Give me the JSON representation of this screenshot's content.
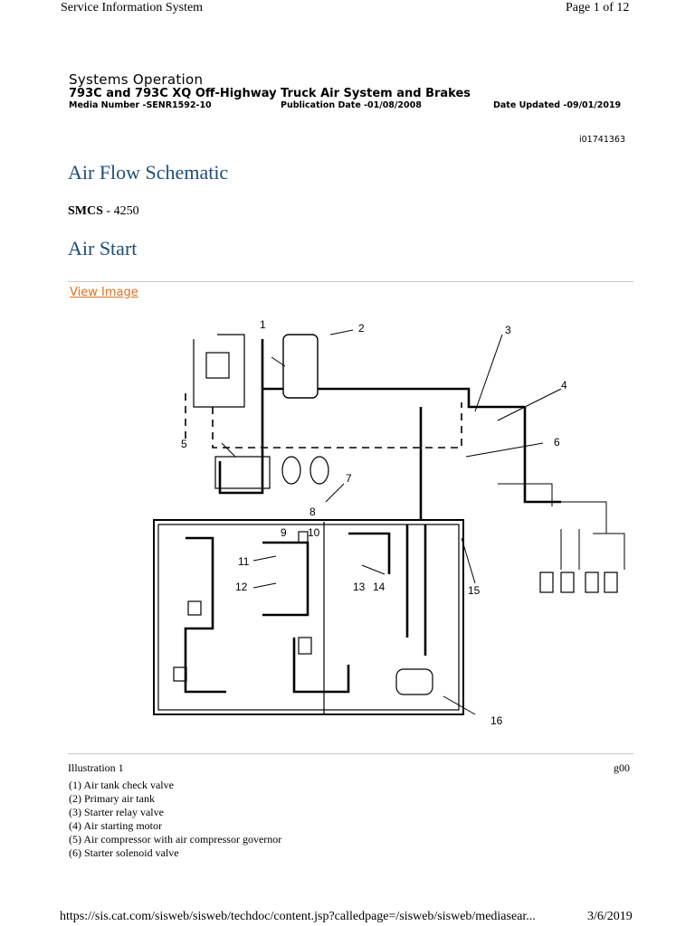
{
  "header": {
    "system": "Service Information System",
    "page": "Page 1 of 12"
  },
  "doc": {
    "category": "Systems Operation",
    "title": "793C and 793C XQ Off-Highway Truck Air System and Brakes",
    "media_number": "Media Number -SENR1592-10",
    "publication_date": "Publication Date -01/08/2008",
    "date_updated": "Date Updated -09/01/2019",
    "doc_id": "i01741363"
  },
  "section": {
    "heading": "Air Flow Schematic",
    "smcs_label": "SMCS",
    "smcs_value": " - 4250",
    "subheading": "Air Start",
    "view_image": "View Image"
  },
  "schematic": {
    "callouts": [
      "1",
      "2",
      "3",
      "4",
      "5",
      "6",
      "7",
      "8",
      "9",
      "10",
      "11",
      "12",
      "13",
      "14",
      "15",
      "16"
    ]
  },
  "illustration": {
    "caption": "Illustration 1",
    "graphic_ref": "g00"
  },
  "legend": [
    "(1) Air tank check valve",
    "(2) Primary air tank",
    "(3) Starter relay valve",
    "(4) Air starting motor",
    "(5) Air compressor with air compressor governor",
    "(6) Starter solenoid valve"
  ],
  "footer": {
    "url": "https://sis.cat.com/sisweb/sisweb/techdoc/content.jsp?calledpage=/sisweb/sisweb/mediasear...",
    "date": "3/6/2019"
  }
}
